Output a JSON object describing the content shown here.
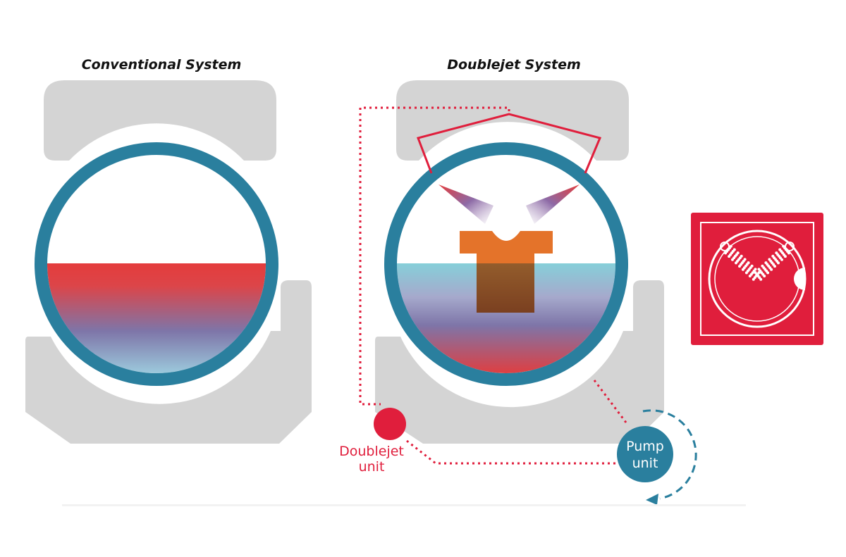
{
  "diagram": {
    "left_title": "Conventional System",
    "right_title": "Doublejet System",
    "doublejet_unit_label": [
      "Doublejet",
      "unit"
    ],
    "pump_unit_label": [
      "Pump",
      "unit"
    ],
    "logo_icon": "doublejet-drum-icon"
  },
  "colors": {
    "drum_ring": "#2a7f9e",
    "housing_gray": "#d4d4d4",
    "doublejet_red": "#e01e3c",
    "pump_teal": "#2a7f9e",
    "water_red": "#e43c3c",
    "water_purple": "#7e75a8",
    "water_blue_light": "#9ecfe0",
    "water_cyan": "#86cfd9",
    "tshirt_orange": "#e4732a",
    "tshirt_brown": "#6f3a1f"
  }
}
